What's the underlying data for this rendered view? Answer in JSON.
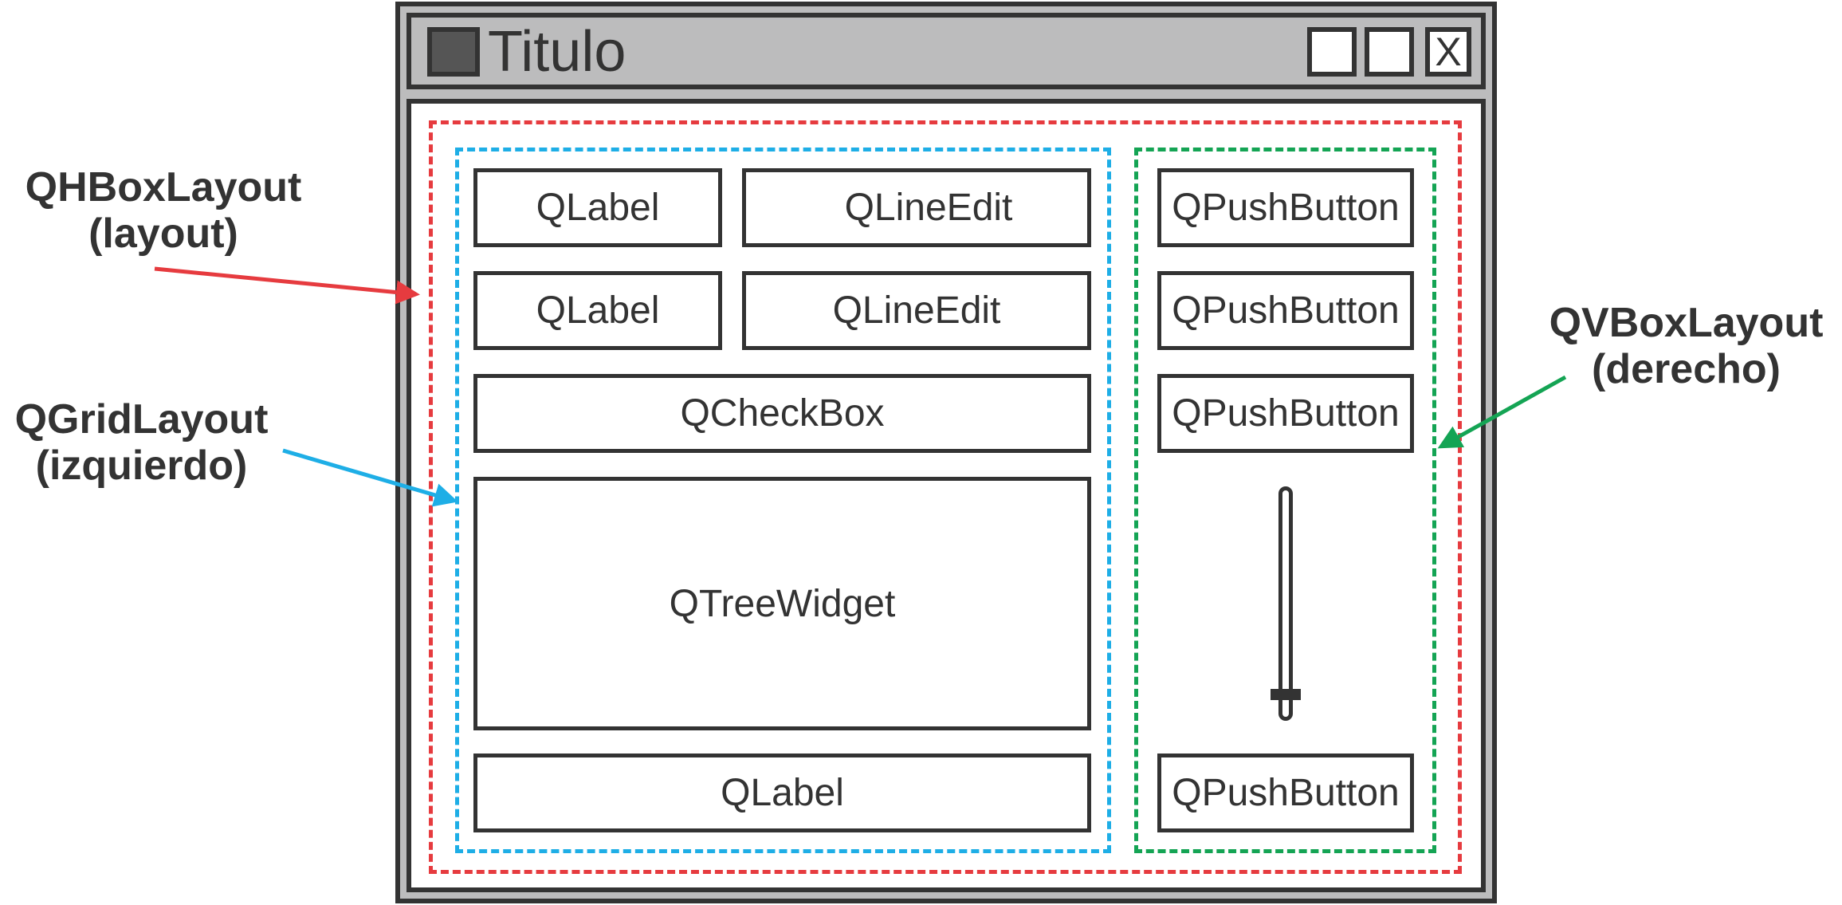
{
  "window": {
    "title": "Titulo",
    "close_label": "X"
  },
  "widgets": {
    "label_1": "QLabel",
    "lineedit_1": "QLineEdit",
    "label_2": "QLabel",
    "lineedit_2": "QLineEdit",
    "checkbox": "QCheckBox",
    "treewidget": "QTreeWidget",
    "label_3": "QLabel",
    "button_1": "QPushButton",
    "button_2": "QPushButton",
    "button_3": "QPushButton",
    "button_4": "QPushButton"
  },
  "annotations": {
    "hbox": {
      "line1": "QHBoxLayout",
      "line2": "(layout)",
      "color": "#e63b3f"
    },
    "grid": {
      "line1": "QGridLayout",
      "line2": "(izquierdo)",
      "color": "#1eaee6"
    },
    "vbox": {
      "line1": "QVBoxLayout",
      "line2": "(derecho)",
      "color": "#14a454"
    }
  },
  "colors": {
    "outline": "#333333",
    "chrome": "#bcbcbd",
    "hbox_frame": "#e63b3f",
    "grid_frame": "#1eaee6",
    "vbox_frame": "#14a454"
  }
}
